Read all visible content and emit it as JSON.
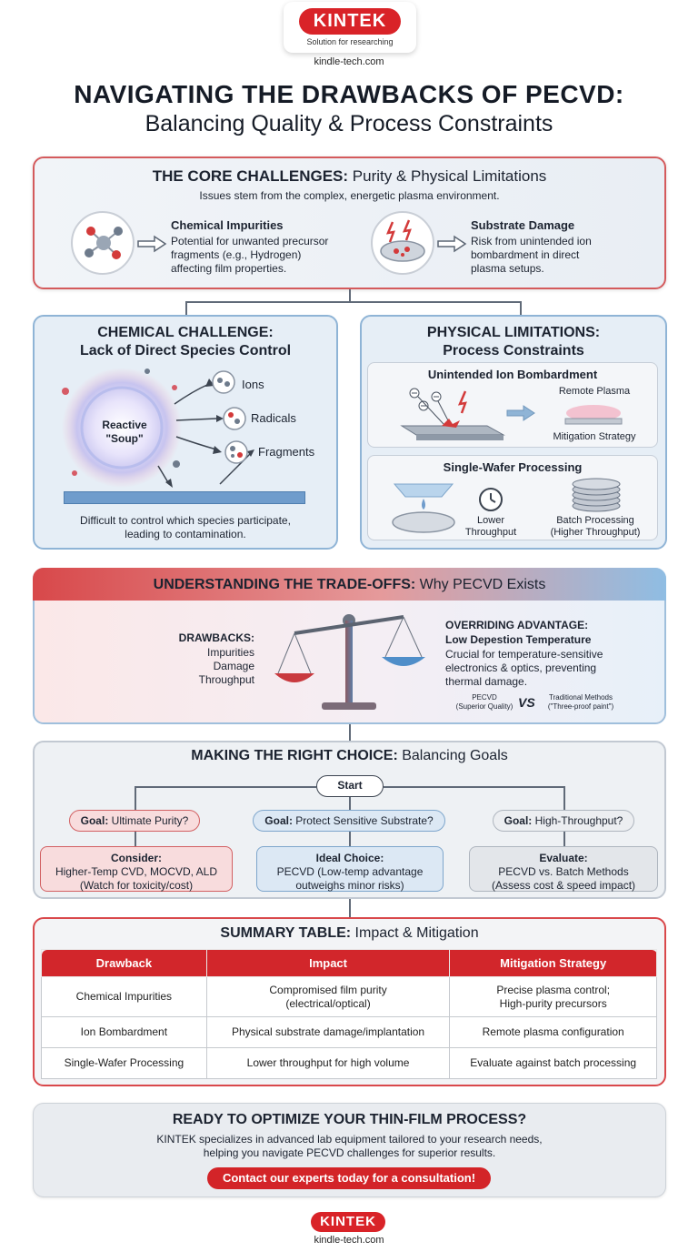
{
  "brand": {
    "name": "KINTEK",
    "tagline": "Solution for researching",
    "site": "kindle-tech.com"
  },
  "title": {
    "line1": "NAVIGATING THE DRAWBACKS OF PECVD:",
    "line2": "Balancing Quality & Process Constraints"
  },
  "core": {
    "heading_bold": "THE CORE CHALLENGES:",
    "heading_light": " Purity & Physical Limitations",
    "subtitle": "Issues stem from the complex, energetic plasma environment.",
    "impurities": {
      "title": "Chemical Impurities",
      "line1": "Potential for unwanted precursor",
      "line2": "fragments (e.g., Hydrogen)",
      "line3": "affecting film properties."
    },
    "damage": {
      "title": "Substrate Damage",
      "line1": "Risk from unintended ion",
      "line2": "bombardment in direct",
      "line3": "plasma setups."
    }
  },
  "chemical": {
    "heading1": "CHEMICAL CHALLENGE:",
    "heading2": "Lack of Direct Species Control",
    "soup1": "Reactive",
    "soup2": "\"Soup\"",
    "species": [
      "Ions",
      "Radicals",
      "Fragments"
    ],
    "caption1": "Difficult to control which species participate,",
    "caption2": "leading to contamination."
  },
  "physical": {
    "heading1": "PHYSICAL LIMITATIONS:",
    "heading2": "Process Constraints",
    "ion": {
      "title": "Unintended Ion Bombardment",
      "remote": "Remote Plasma",
      "mitigation": "Mitigation Strategy"
    },
    "wafer": {
      "title": "Single-Wafer Processing",
      "lower1": "Lower",
      "lower2": "Throughput",
      "batch1": "Batch Processing",
      "batch2": "(Higher Throughput)"
    }
  },
  "tradeoffs": {
    "heading_bold": "UNDERSTANDING THE TRADE-OFFS:",
    "heading_light": " Why PECVD Exists",
    "drawbacks_title": "DRAWBACKS:",
    "drawbacks": [
      "Impurities",
      "Damage",
      "Throughput"
    ],
    "adv_title": "OVERRIDING ADVANTAGE:",
    "adv_sub": "Low Depestion Temperature",
    "adv_line1": "Crucial for temperature-sensitive",
    "adv_line2": "electronics & optics, preventing",
    "adv_line3": "thermal damage.",
    "pecvd": "PECVD",
    "pecvd_sub": "(Superior Quality)",
    "vs": "VS",
    "trad": "Traditional Methods",
    "trad_sub": "(\"Three-proof paint\")"
  },
  "choice": {
    "heading_bold": "MAKING THE RIGHT CHOICE:",
    "heading_light": " Balancing Goals",
    "start": "Start",
    "goals": [
      {
        "bold": "Goal:",
        "text": " Ultimate Purity?",
        "opt_title": "Consider:",
        "opt1": "Higher-Temp CVD, MOCVD, ALD",
        "opt2": "(Watch for toxicity/cost)"
      },
      {
        "bold": "Goal:",
        "text": " Protect Sensitive Substrate?",
        "opt_title": "Ideal Choice:",
        "opt1": "PECVD (Low-temp advantage",
        "opt2": "outweighs minor risks)"
      },
      {
        "bold": "Goal:",
        "text": " High-Throughput?",
        "opt_title": "Evaluate:",
        "opt1": "PECVD vs. Batch Methods",
        "opt2": "(Assess cost & speed impact)"
      }
    ]
  },
  "summary": {
    "heading_bold": "SUMMARY TABLE:",
    "heading_light": " Impact & Mitigation",
    "columns": [
      "Drawback",
      "Impact",
      "Mitigation Strategy"
    ],
    "rows": [
      {
        "drawback": "Chemical Impurities",
        "impact1": "Compromised film purity",
        "impact2": "(electrical/optical)",
        "mit1": "Precise plasma control;",
        "mit2": "High-purity precursors"
      },
      {
        "drawback": "Ion Bombardment",
        "impact1": "Physical substrate damage/implantation",
        "impact2": "",
        "mit1": "Remote plasma configuration",
        "mit2": ""
      },
      {
        "drawback": "Single-Wafer Processing",
        "impact1": "Lower throughput for high volume",
        "impact2": "",
        "mit1": "Evaluate against batch processing",
        "mit2": ""
      }
    ]
  },
  "cta": {
    "heading": "READY TO OPTIMIZE YOUR THIN-FILM PROCESS?",
    "line1": "KINTEK specializes in advanced lab equipment tailored to your research needs,",
    "line2": "helping you navigate PECVD challenges for superior results.",
    "button": "Contact our experts today for a consultation!"
  },
  "colors": {
    "accent_red": "#d92328",
    "accent_blue": "#8fb4d6"
  }
}
